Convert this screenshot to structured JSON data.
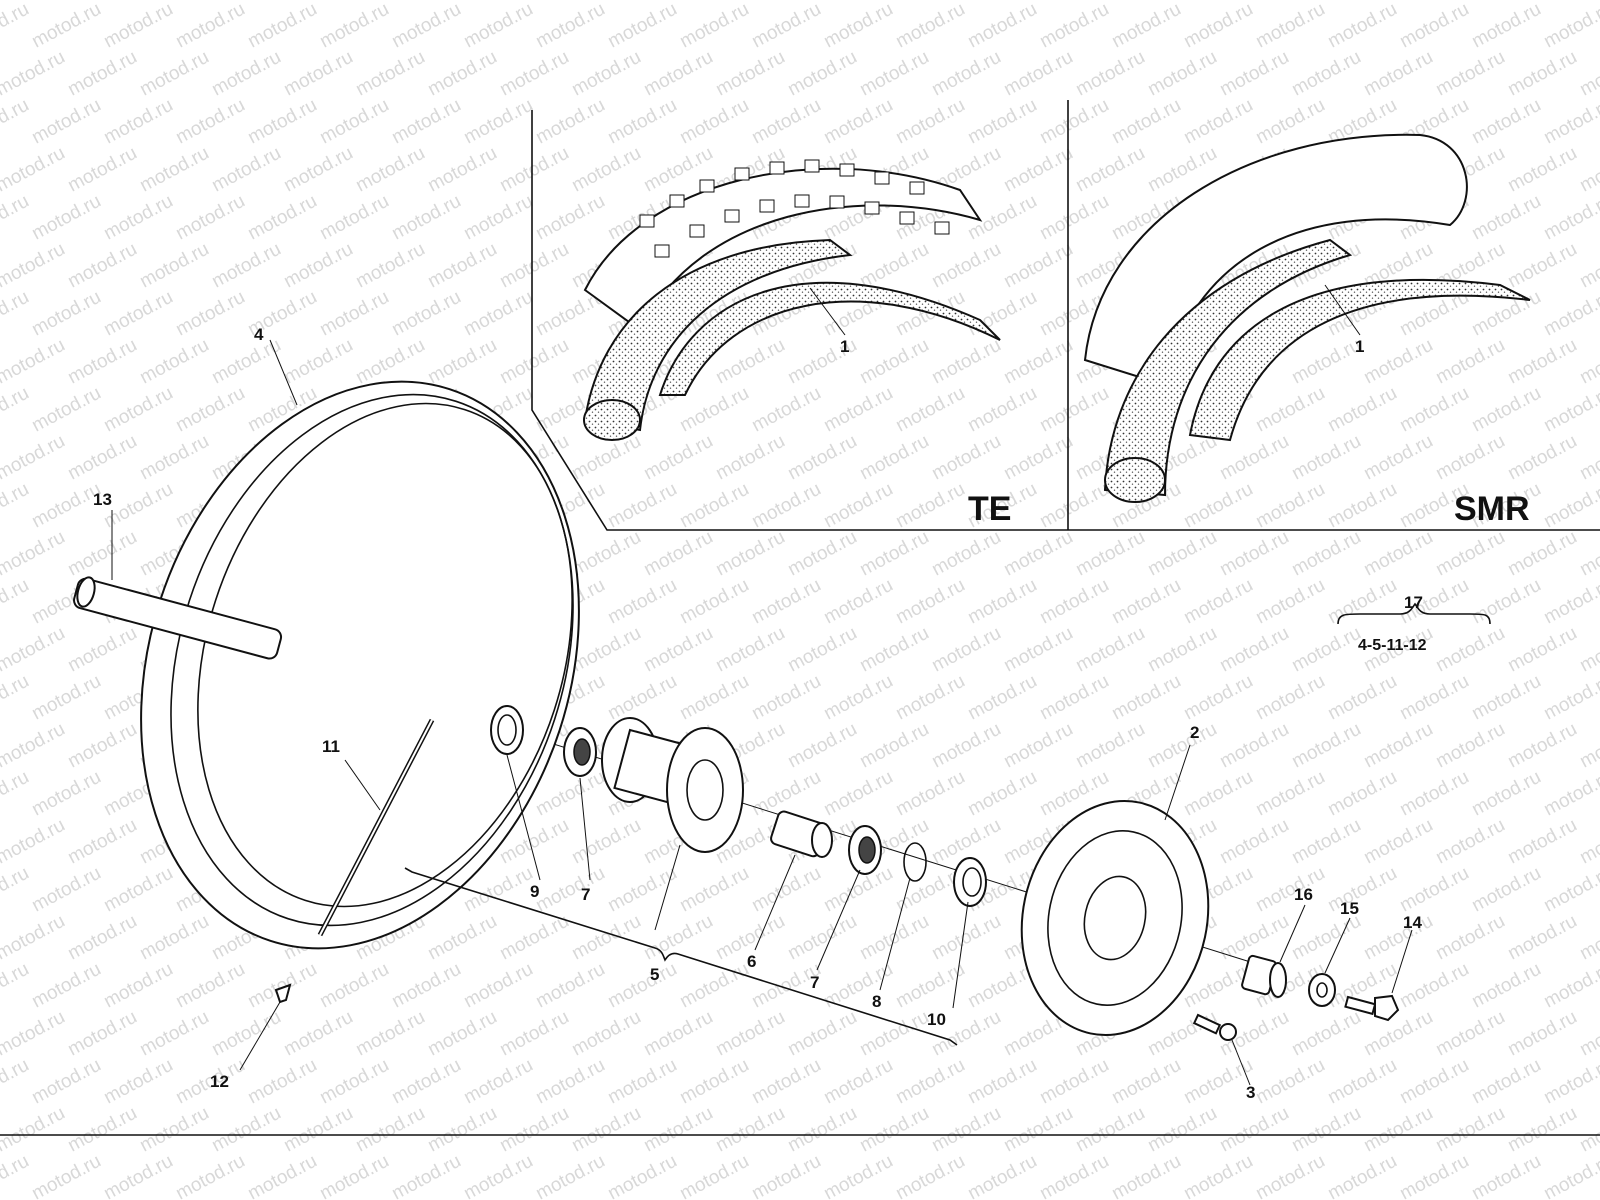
{
  "watermark": {
    "text": "motod.ru"
  },
  "insets": [
    {
      "id": "te",
      "label": "TE",
      "callout": "1"
    },
    {
      "id": "smr",
      "label": "SMR",
      "callout": "1"
    }
  ],
  "callouts": {
    "c1": "1",
    "c2": "2",
    "c3": "3",
    "c4": "4",
    "c5": "5",
    "c6": "6",
    "c7a": "7",
    "c7b": "7",
    "c8": "8",
    "c9": "9",
    "c10": "10",
    "c11": "11",
    "c12": "12",
    "c13": "13",
    "c14": "14",
    "c15": "15",
    "c16": "16"
  },
  "kit": {
    "number": "17",
    "contents": "4-5-11-12"
  },
  "colors": {
    "line": "#111111",
    "watermark": "#d8d8d8",
    "background": "#ffffff"
  }
}
